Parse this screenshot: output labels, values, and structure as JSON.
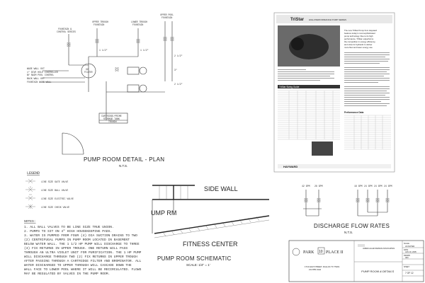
{
  "plan": {
    "title": "PUMP ROOM DETAIL - PLAN",
    "scale": "N.T.S.",
    "labels": {
      "fountain_controls": [
        "FOUNTAIN &",
        "CONTROL SERIES"
      ],
      "upper_trough": [
        "UPPER TROUGH",
        "FOUNTAIN"
      ],
      "lower_trough": [
        "LOWER TROUGH",
        "FOUNTAIN"
      ],
      "upper_pool": [
        "UPPER POOL",
        "FOUNTAIN"
      ],
      "pipe_sizes": [
        "1 1/2\"",
        "1 1/2\"",
        "2 1/2\"",
        "3\"",
        "2 1/2\""
      ],
      "left_notes": [
        "WADE WALL OUT",
        "1\" DIVE HOLE CONTROLLED",
        "BY SWIM POOL CONTROL",
        "BACK WALL OUT",
        "FOUNTAIN WADE WALL"
      ],
      "uv": [
        "UV",
        "FILTER"
      ],
      "tank": [
        "CARTRIDGE/PRIME",
        "STORAGE TANK",
        "TROUGH"
      ]
    }
  },
  "legend": {
    "title": "LEGEND",
    "items": [
      "LINE SIZE GATE VALVE",
      "LINE SIZE BALL VALVE",
      "LINE SIZE ELECTRIC VALVE",
      "LINE SIZE CHECK VALVE"
    ]
  },
  "notes": {
    "title": "NOTES:",
    "lines": [
      "1. ALL BALL VALVES TO BE LINE SIZE TRUE UNION.",
      "2. PUMPS TO SIT ON 4\" HIGH HOUSEKEEPING PADS.",
      "3. WATER IS PUMPED FROM FOUR (4) DIA SUCTION DRAINS TO TWO",
      "(2) CENTRIFUGAL PUMPS IN PUMP ROOM LOCATED IN BASEMENT",
      "BELOW WATER WALL. THE 1 1/2 HP PUMP WILL DISCHARGE TO THREE",
      "(3) FIX RETURNS IN UPPER TROUGH. ONE RETURN WILL PASS",
      "THROUGH AN ULTRA VIOLET UNIT FOR PURIFICATION. THE 1 HP PUMP",
      "WILL DISCHARGE THROUGH TWO (2) FIX RETURNS IN UPPER TROUGH",
      "AFTER PASSING THROUGH A CARTRIDGE FILTER AND BROMINATOR. ALL",
      "WATER DISCHARGED TO UPPER THROUGH WILL CASCADE DOWN THE",
      "WALL FACE TO LOWER POOL WHERE IT WILL BE RECIRCULATED. FLOWS",
      "MAY BE REGULATED BY VALVES IN THE PUMP ROOM."
    ]
  },
  "schematic": {
    "title": "PUMP ROOM SCHEMATIC",
    "scale": "SCALE: 1/4\" = 1'",
    "side_wall": "SIDE WALL",
    "pump_rm": "UMP RM",
    "fitness": "FITNESS CENTER"
  },
  "datasheet": {
    "brand": "TriStar",
    "subtitle": "HIGH PERFORMANCE PUMP SERIES",
    "intro": [
      "The new TriStar Pump from Hayward",
      "features today's most sophisticated",
      "pump technology. Due to its high",
      "performance, TriStar outperforms",
      "the competition in energy efficiency,",
      "and sizes its hydraulic to deliver",
      "more flow and lower energy use."
    ],
    "sizing_title": "TriStar Sizing Guide",
    "perf_title": "Performance Data",
    "footer_brand": "HAYWARD"
  },
  "flow": {
    "title": "DISCHARGE FLOW RATES",
    "scale": "N.T.S.",
    "left_labels": [
      "42 GPM",
      "28 GPM"
    ],
    "right_labels": [
      "18 GPM",
      "24 GPM",
      "24 GPM",
      "24 GPM"
    ]
  },
  "titleblock": {
    "project_a": "PARK",
    "project_mid": "10",
    "project_b": "PLACE II",
    "firm": "JAMES ALLEN DESIGN ASSOCIATES",
    "address": [
      "1713 ELM STREET, DALLAS TX  75201",
      "214.555.0142"
    ],
    "sheet_title": "PUMP ROOM & DETAILS",
    "fields": [
      "SCALE",
      "AS NOTED",
      "DATE",
      "JAN 19, 2005",
      "DRAWN",
      "JEC",
      "SHEET",
      "7 OF 12"
    ]
  }
}
